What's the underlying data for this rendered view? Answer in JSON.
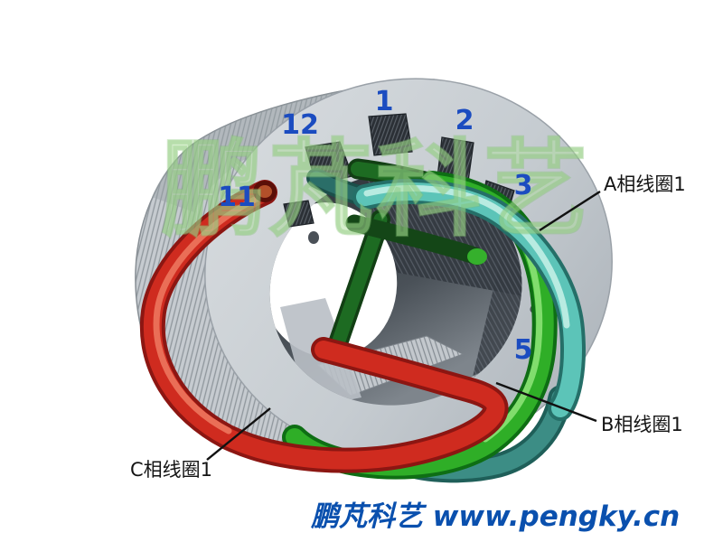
{
  "watermark": {
    "text": "鹏芃科艺",
    "color": "#aede9b"
  },
  "footer": {
    "text": "鹏芃科艺 www.pengky.cn",
    "color": "#0a50ae"
  },
  "slots": [
    {
      "num": "1"
    },
    {
      "num": "2"
    },
    {
      "num": "3"
    },
    {
      "num": "5"
    },
    {
      "num": "11"
    },
    {
      "num": "12"
    }
  ],
  "coil_labels": {
    "a": "A相线圈1",
    "b": "B相线圈1",
    "c": "C相线圈1"
  },
  "colors": {
    "number_blue": "#1b4cc0",
    "coil_a_cyan": "#5cc4b8",
    "coil_b_green": "#2fae27",
    "coil_c_red": "#cf2b1f",
    "stator_gray": "#c6cbd0"
  }
}
